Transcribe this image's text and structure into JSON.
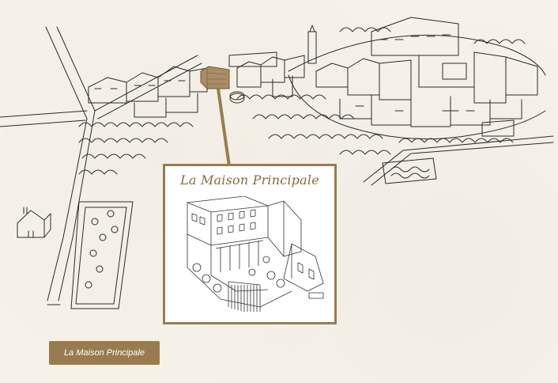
{
  "popup": {
    "title": "La Maison Principale"
  },
  "legend": {
    "button_label": "La Maison Principale"
  },
  "colors": {
    "accent": "#9a7b4f",
    "background": "#f6f2ea",
    "ink": "#2a2a2a"
  },
  "icons": {
    "map": "village-map-illustration",
    "pointer": "location-pointer-line",
    "highlight": "highlighted-building"
  }
}
